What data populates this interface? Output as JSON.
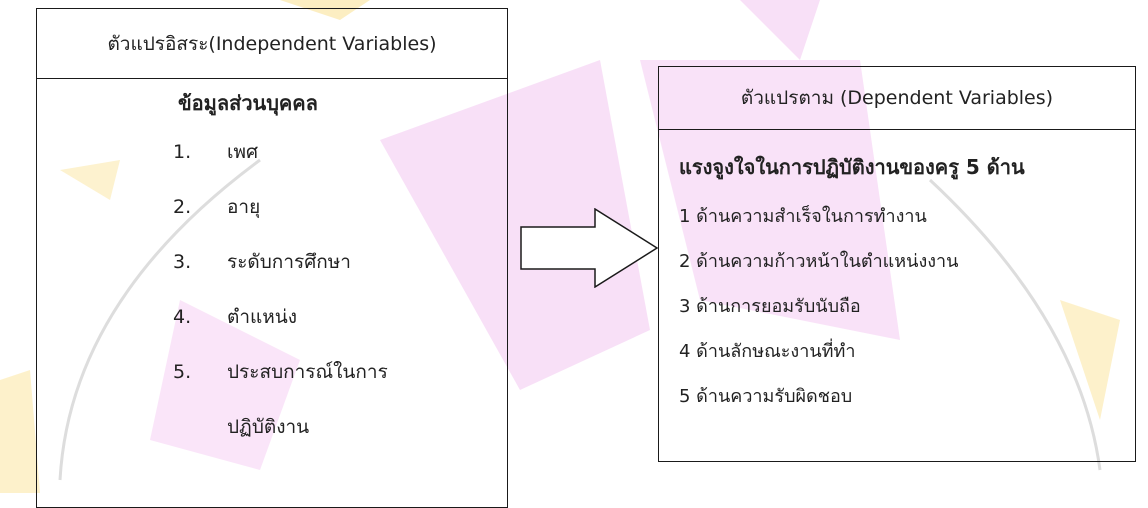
{
  "independent": {
    "header": "ตัวแปรอิสระ(Independent Variables)",
    "heading": "ข้อมูลส่วนบุคคล",
    "items": [
      {
        "num": "1.",
        "label": "เพศ"
      },
      {
        "num": "2.",
        "label": "อายุ"
      },
      {
        "num": "3.",
        "label": "ระดับการศึกษา"
      },
      {
        "num": "4.",
        "label": "ตำแหน่ง"
      },
      {
        "num": "5.",
        "label": "ประสบการณ์ในการ"
      }
    ],
    "item5_continued": "ปฏิบัติงาน"
  },
  "dependent": {
    "header": "ตัวแปรตาม (Dependent Variables)",
    "heading": "แรงจูงใจในการปฏิบัติงานของครู 5 ด้าน",
    "items": [
      "1 ด้านความสำเร็จในการทำงาน",
      "2 ด้านความก้าวหน้าในตำแหน่งงาน",
      "3 ด้านการยอมรับนับถือ",
      "4 ด้านลักษณะงานที่ทำ",
      "5 ด้านความรับผิดชอบ"
    ]
  },
  "colors": {
    "watermark_magenta": "#f3c6f1",
    "watermark_yellow": "#fbe7a8",
    "border": "#1a1a1a"
  }
}
